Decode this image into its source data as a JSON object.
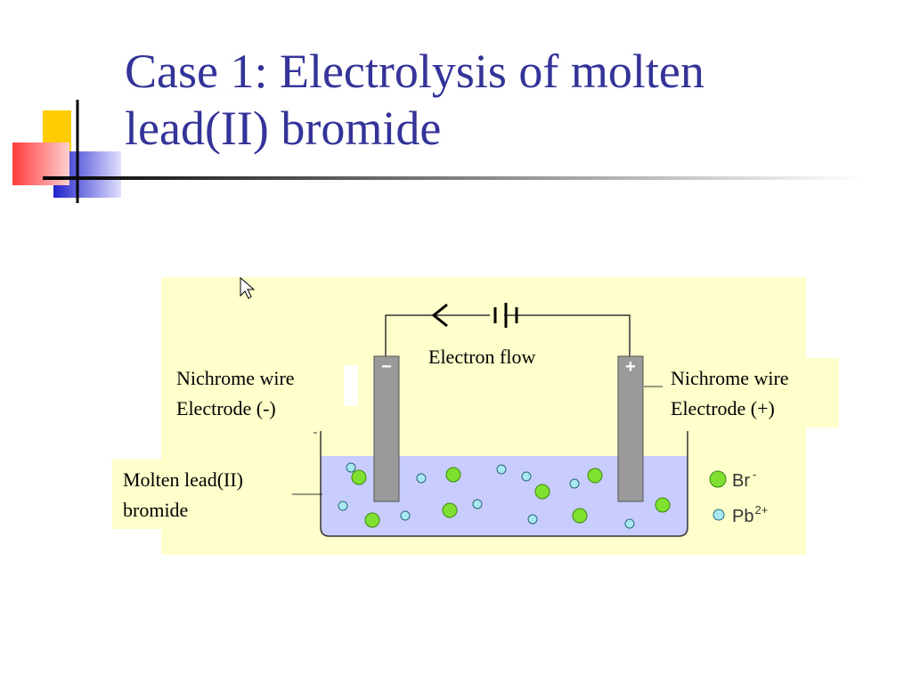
{
  "title": {
    "line1": "Case 1: Electrolysis of molten",
    "line2": "lead(II) bromide"
  },
  "labels": {
    "electron_flow": "Electron flow",
    "left_electrode_line1": "Nichrome wire",
    "left_electrode_line2": "Electrode (-)",
    "right_electrode_line1": "Nichrome wire",
    "right_electrode_line2": "Electrode (+)",
    "electrolyte_line1": "Molten lead(II)",
    "electrolyte_line2": "bromide",
    "cathode_sign": "−",
    "anode_sign": "+"
  },
  "legend": {
    "br_label": "Br",
    "br_charge": "-",
    "pb_label": "Pb",
    "pb_charge": "2+"
  },
  "colors": {
    "title": "#333399",
    "diagram_background": "#ffffcc",
    "electrolyte": "#c8ccff",
    "electrode": "#9a9a9a",
    "br_ion": "#7fe030",
    "pb_ion": "#a8e8f0"
  }
}
